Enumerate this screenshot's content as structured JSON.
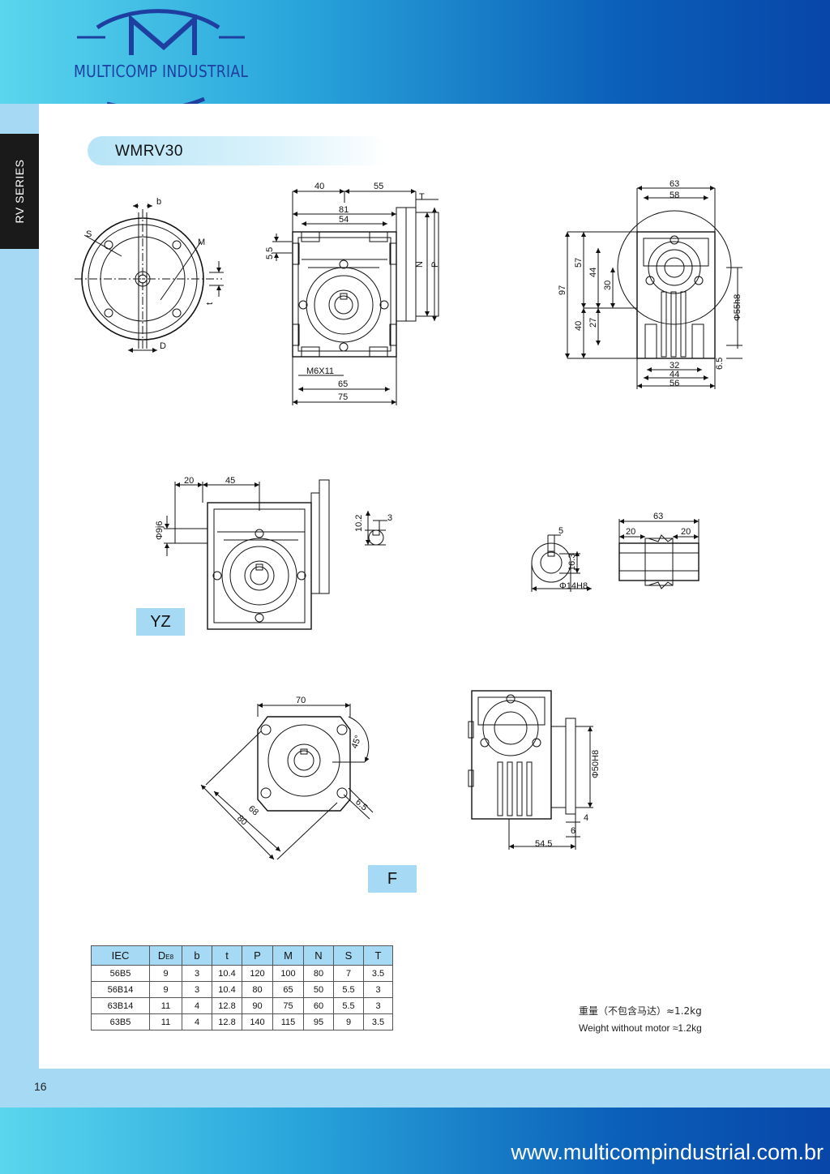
{
  "brand": {
    "name": "MULTICOMP INDUSTRIAL",
    "logo_color": "#1e3fa0",
    "gradient": [
      "#5ad6ee",
      "#0846a8"
    ]
  },
  "side_label": "RV SERIES",
  "title": "WMRV30",
  "views": {
    "yz_label": "YZ",
    "f_label": "F"
  },
  "dims": {
    "front_top_a": "40",
    "front_top_b": "55",
    "front_t": "T",
    "front_81": "81",
    "front_54": "54",
    "front_55": "5.5",
    "front_n": "N",
    "front_p": "P",
    "front_thread": "M6X11",
    "front_65": "65",
    "front_75": "75",
    "flange_b": "b",
    "flange_s": "S",
    "flange_m": "M",
    "flange_t": "t",
    "flange_d": "D",
    "side_63": "63",
    "side_58": "58",
    "side_97": "97",
    "side_57": "57",
    "side_44v": "44",
    "side_30": "30",
    "side_40": "40",
    "side_27": "27",
    "side_55h8": "Φ55h8",
    "side_65": "6.5",
    "side_32": "32",
    "side_44h": "44",
    "side_56": "56",
    "yz_20": "20",
    "yz_45": "45",
    "yz_9j6": "Φ9j6",
    "yz_102": "10.2",
    "yz_3": "3",
    "bore_5": "5",
    "bore_163": "16.3",
    "bore_14h8": "Φ14H8",
    "shaft_63": "63",
    "shaft_20a": "20",
    "shaft_20b": "20",
    "f_70": "70",
    "f_45": "45°",
    "f_68": "68",
    "f_80": "80",
    "f_65": "6.5",
    "fs_50h8": "Φ50H8",
    "fs_4": "4",
    "fs_6": "6",
    "fs_545": "54.5"
  },
  "table": {
    "headers": [
      "IEC",
      "D",
      "b",
      "t",
      "P",
      "M",
      "N",
      "S",
      "T"
    ],
    "d_sub": "E8",
    "rows": [
      [
        "56B5",
        "9",
        "3",
        "10.4",
        "120",
        "100",
        "80",
        "7",
        "3.5"
      ],
      [
        "56B14",
        "9",
        "3",
        "10.4",
        "80",
        "65",
        "50",
        "5.5",
        "3"
      ],
      [
        "63B14",
        "11",
        "4",
        "12.8",
        "90",
        "75",
        "60",
        "5.5",
        "3"
      ],
      [
        "63B5",
        "11",
        "4",
        "12.8",
        "140",
        "115",
        "95",
        "9",
        "3.5"
      ]
    ]
  },
  "weight": {
    "cn": "重量（不包含马达）≈1.2kg",
    "en": "Weight without motor ≈1.2kg"
  },
  "page_number": "16",
  "website": "www.multicompindustrial.com.br"
}
